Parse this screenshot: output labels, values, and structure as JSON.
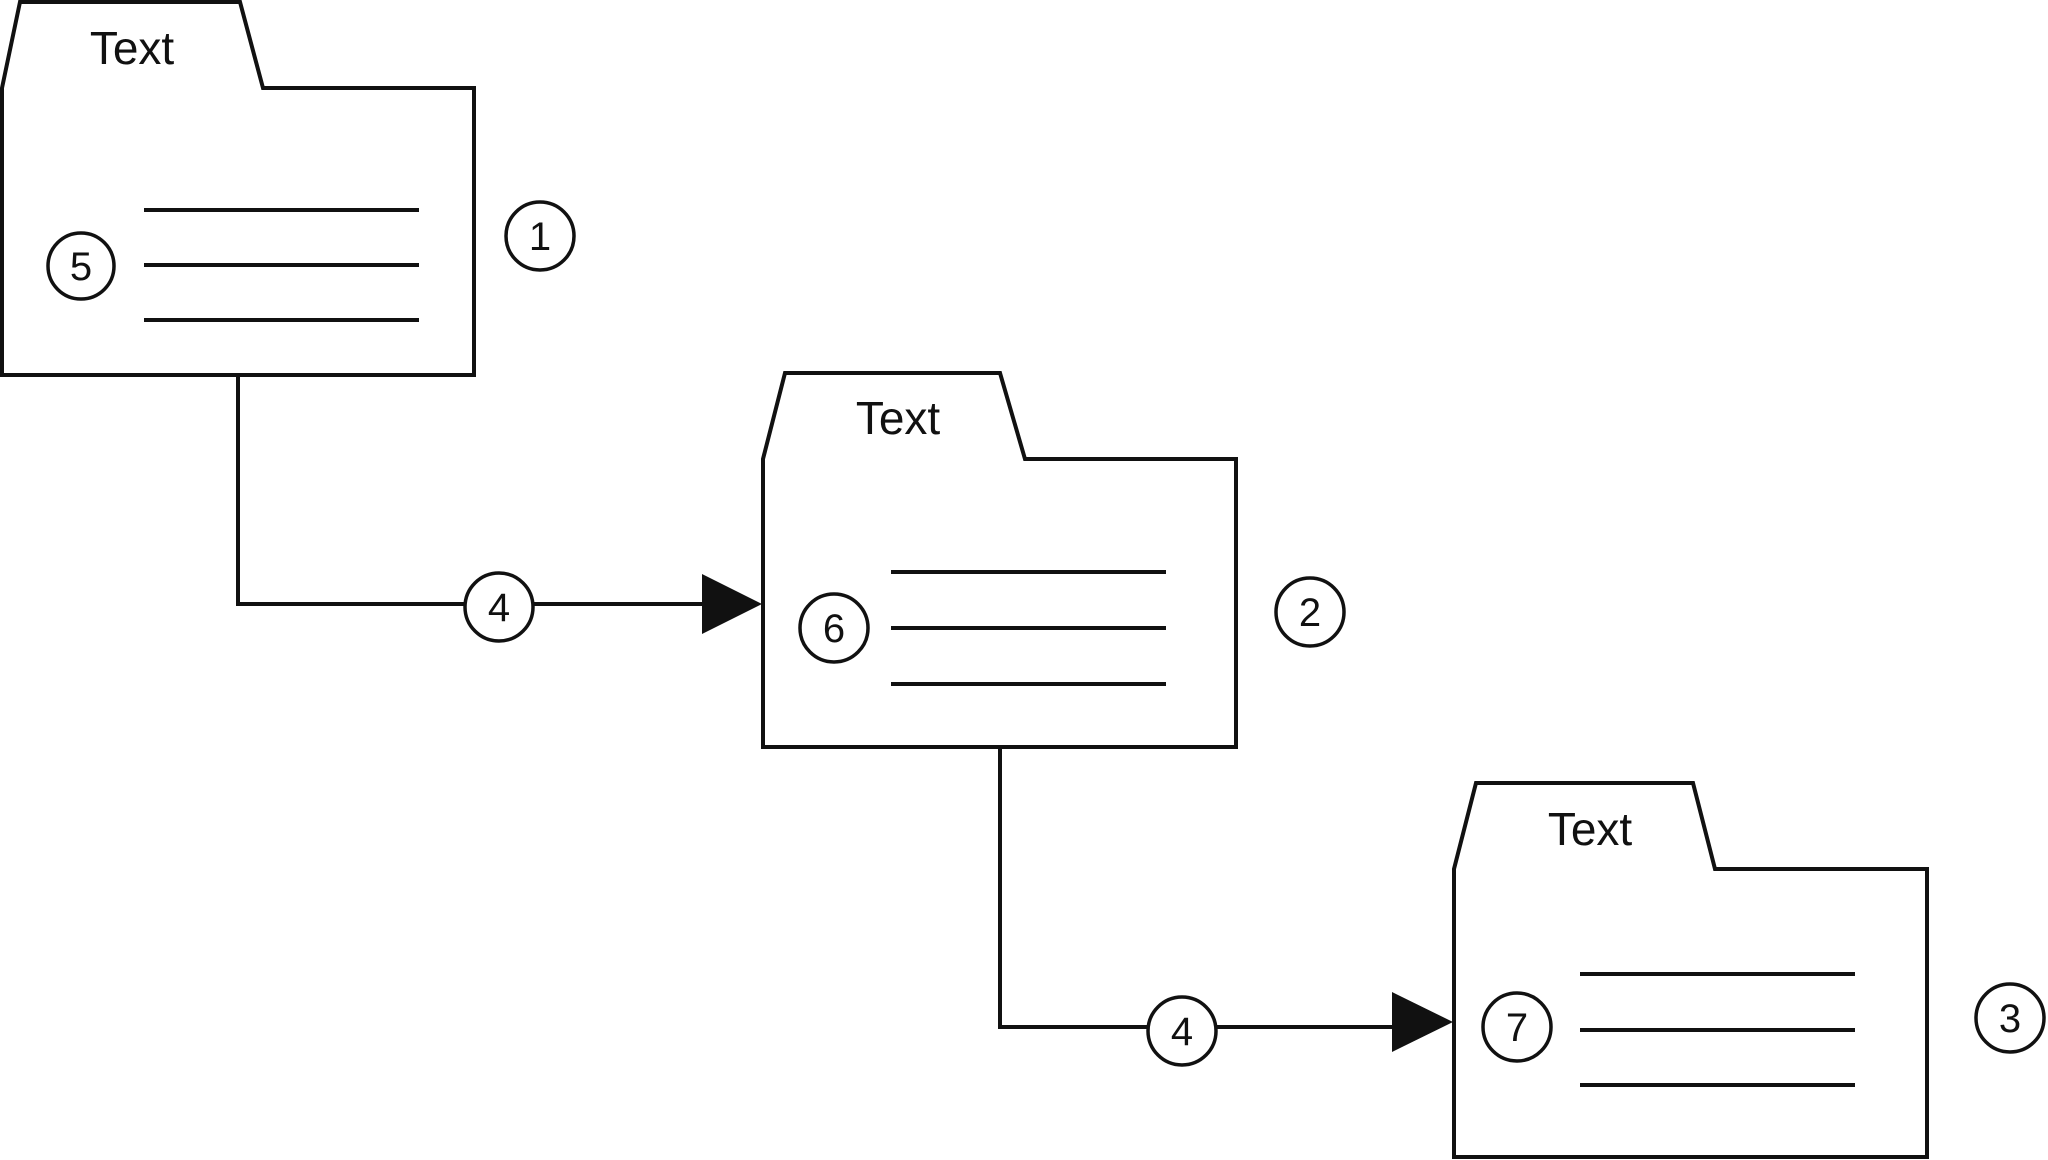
{
  "folders": [
    {
      "label": "Text",
      "callout": "1",
      "marker": "5"
    },
    {
      "label": "Text",
      "callout": "2",
      "marker": "6"
    },
    {
      "label": "Text",
      "callout": "3",
      "marker": "7"
    }
  ],
  "connectors": [
    {
      "label": "4"
    },
    {
      "label": "4"
    }
  ],
  "colors": {
    "line": "#111111",
    "background": "#ffffff"
  }
}
